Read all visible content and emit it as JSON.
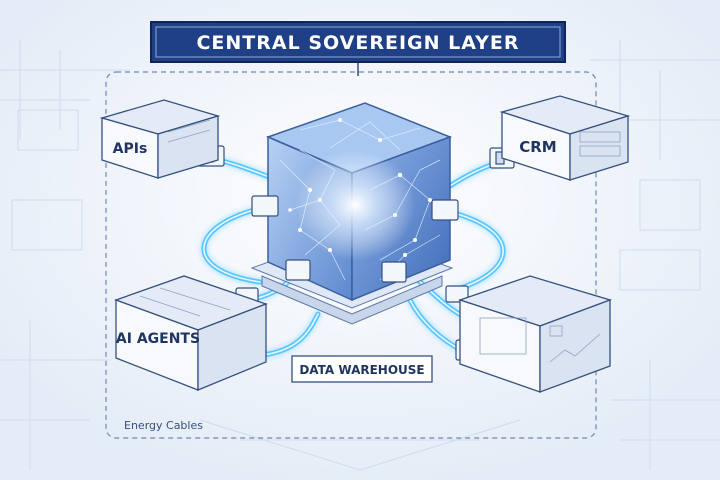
{
  "title": "CENTRAL SOVEREIGN LAYER",
  "nodes": {
    "apis": "APIs",
    "crm": "CRM",
    "ai_agents": "AI AGENTS",
    "data_warehouse": "DATA WAREHOUSE"
  },
  "caption": "Energy Cables",
  "colors": {
    "background": "#eef3fa",
    "banner": "#1f3f86",
    "banner_text": "#ffffff",
    "line": "#35507f",
    "cable_glow": "#47c4ff",
    "cube_face": "#6f9be0",
    "cube_top": "#a8c8f2",
    "box_face": "#f7f9fd"
  }
}
